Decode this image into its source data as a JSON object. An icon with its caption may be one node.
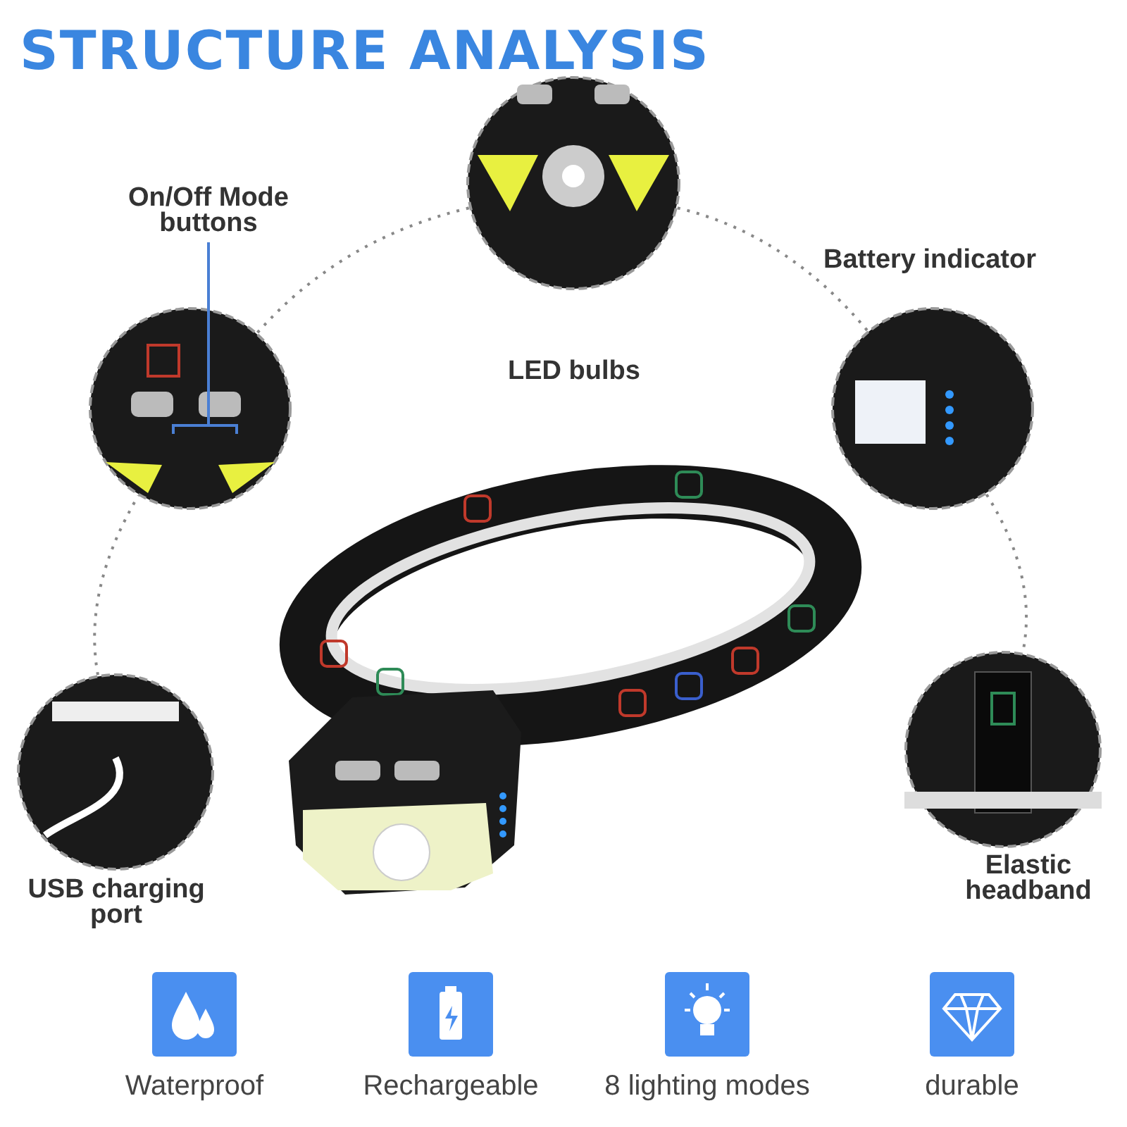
{
  "diagram": {
    "title": "STRUCTURE ANALYSIS",
    "nodes": [
      {
        "text": [
          "On/Off Mode buttons"
        ]
      },
      {
        "text": [],
        "shape": "picture"
      },
      {
        "text": [
          "LED bulbs"
        ]
      },
      {
        "text": [
          "Battery indicator"
        ]
      },
      {
        "text": [
          "USB charging port"
        ]
      },
      {
        "text": [
          "Elastic headband"
        ]
      }
    ],
    "edges": [
      {
        "from": 0,
        "to": 1,
        "arrow": "none",
        "color": "#4a7fd4"
      },
      {
        "from": 4,
        "to": 1,
        "arrow": "none",
        "style": "dashed"
      },
      {
        "from": 1,
        "to": 2,
        "arrow": "none",
        "style": "dashed"
      },
      {
        "from": 2,
        "to": 3,
        "arrow": "none",
        "style": "dashed"
      },
      {
        "from": 3,
        "to": 5,
        "arrow": "none",
        "style": "dashed"
      }
    ],
    "labels": [
      "Waterproof",
      "Rechargeable",
      "8 lighting modes",
      "durable"
    ]
  }
}
